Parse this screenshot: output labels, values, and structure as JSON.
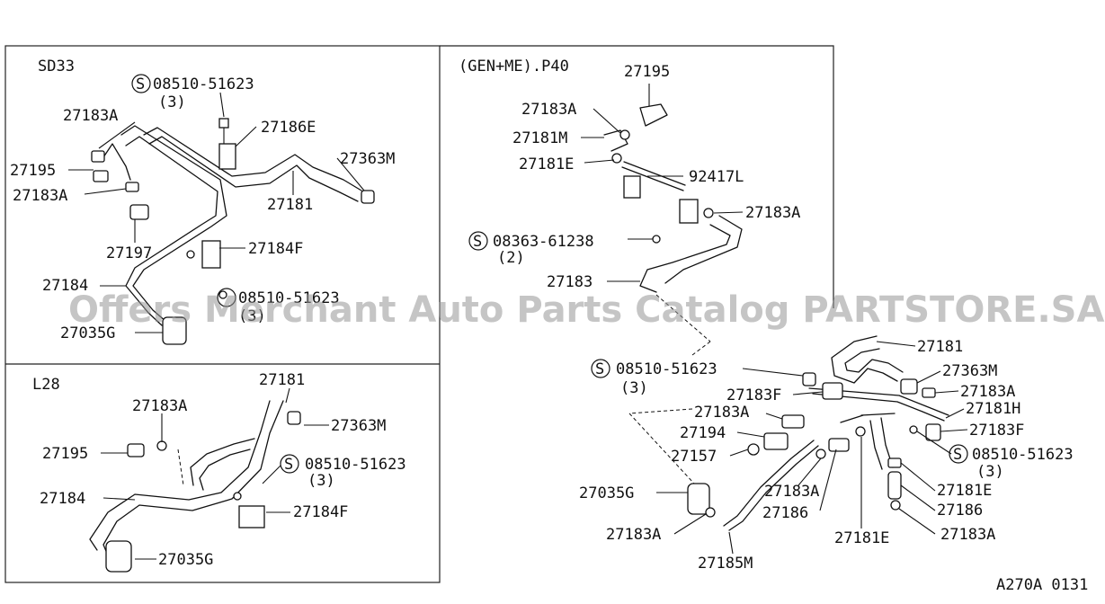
{
  "panels": {
    "sd33": {
      "title": "SD33"
    },
    "p40": {
      "title": "(GEN+ME).P40"
    },
    "l28": {
      "title": "L28"
    }
  },
  "labels": {
    "sd33": {
      "screw": "08510-51623",
      "screw_qty": "(3)",
      "screw2": "08510-51623",
      "screw2_qty": "(3)",
      "c27183A_top": "27183A",
      "c27186E": "27186E",
      "c27195": "27195",
      "c27363M": "27363M",
      "c27183A_mid": "27183A",
      "c27181": "27181",
      "c27197": "27197",
      "c27184F": "27184F",
      "c27184": "27184",
      "c27035G": "27035G"
    },
    "p40": {
      "c27195": "27195",
      "c27183A": "27183A",
      "c27181M": "27181M",
      "c27181E": "27181E",
      "c92417L": "92417L",
      "c27183A_b": "27183A",
      "screw": "08363-61238",
      "screw_qty": "(2)",
      "c27183": "27183"
    },
    "l28": {
      "c27181": "27181",
      "c27183A": "27183A",
      "c27363M": "27363M",
      "c27195": "27195",
      "screw": "08510-51623",
      "screw_qty": "(3)",
      "c27184": "27184",
      "c27184F": "27184F",
      "c27035G": "27035G"
    },
    "main": {
      "c27181": "27181",
      "screw_a": "08510-51623",
      "screw_a_qty": "(3)",
      "c27363M": "27363M",
      "c27183F_a": "27183F",
      "c27183A_a": "27183A",
      "c27183A_b": "27183A",
      "c27181H": "27181H",
      "c27194": "27194",
      "c27183F_b": "27183F",
      "c27157": "27157",
      "screw_b": "08510-51623",
      "screw_b_qty": "(3)",
      "c27035G": "27035G",
      "c27183A_c": "27183A",
      "c27181E": "27181E",
      "c27186": "27186",
      "c27186_r": "27186",
      "c27183A_d": "27183A",
      "c27181E_b": "27181E",
      "c27185M": "27185M"
    }
  },
  "symbol": "S",
  "watermark": "Offers Merchant Auto Parts Catalog PARTSTORE.SA",
  "diagram_code": "A270A 0131"
}
